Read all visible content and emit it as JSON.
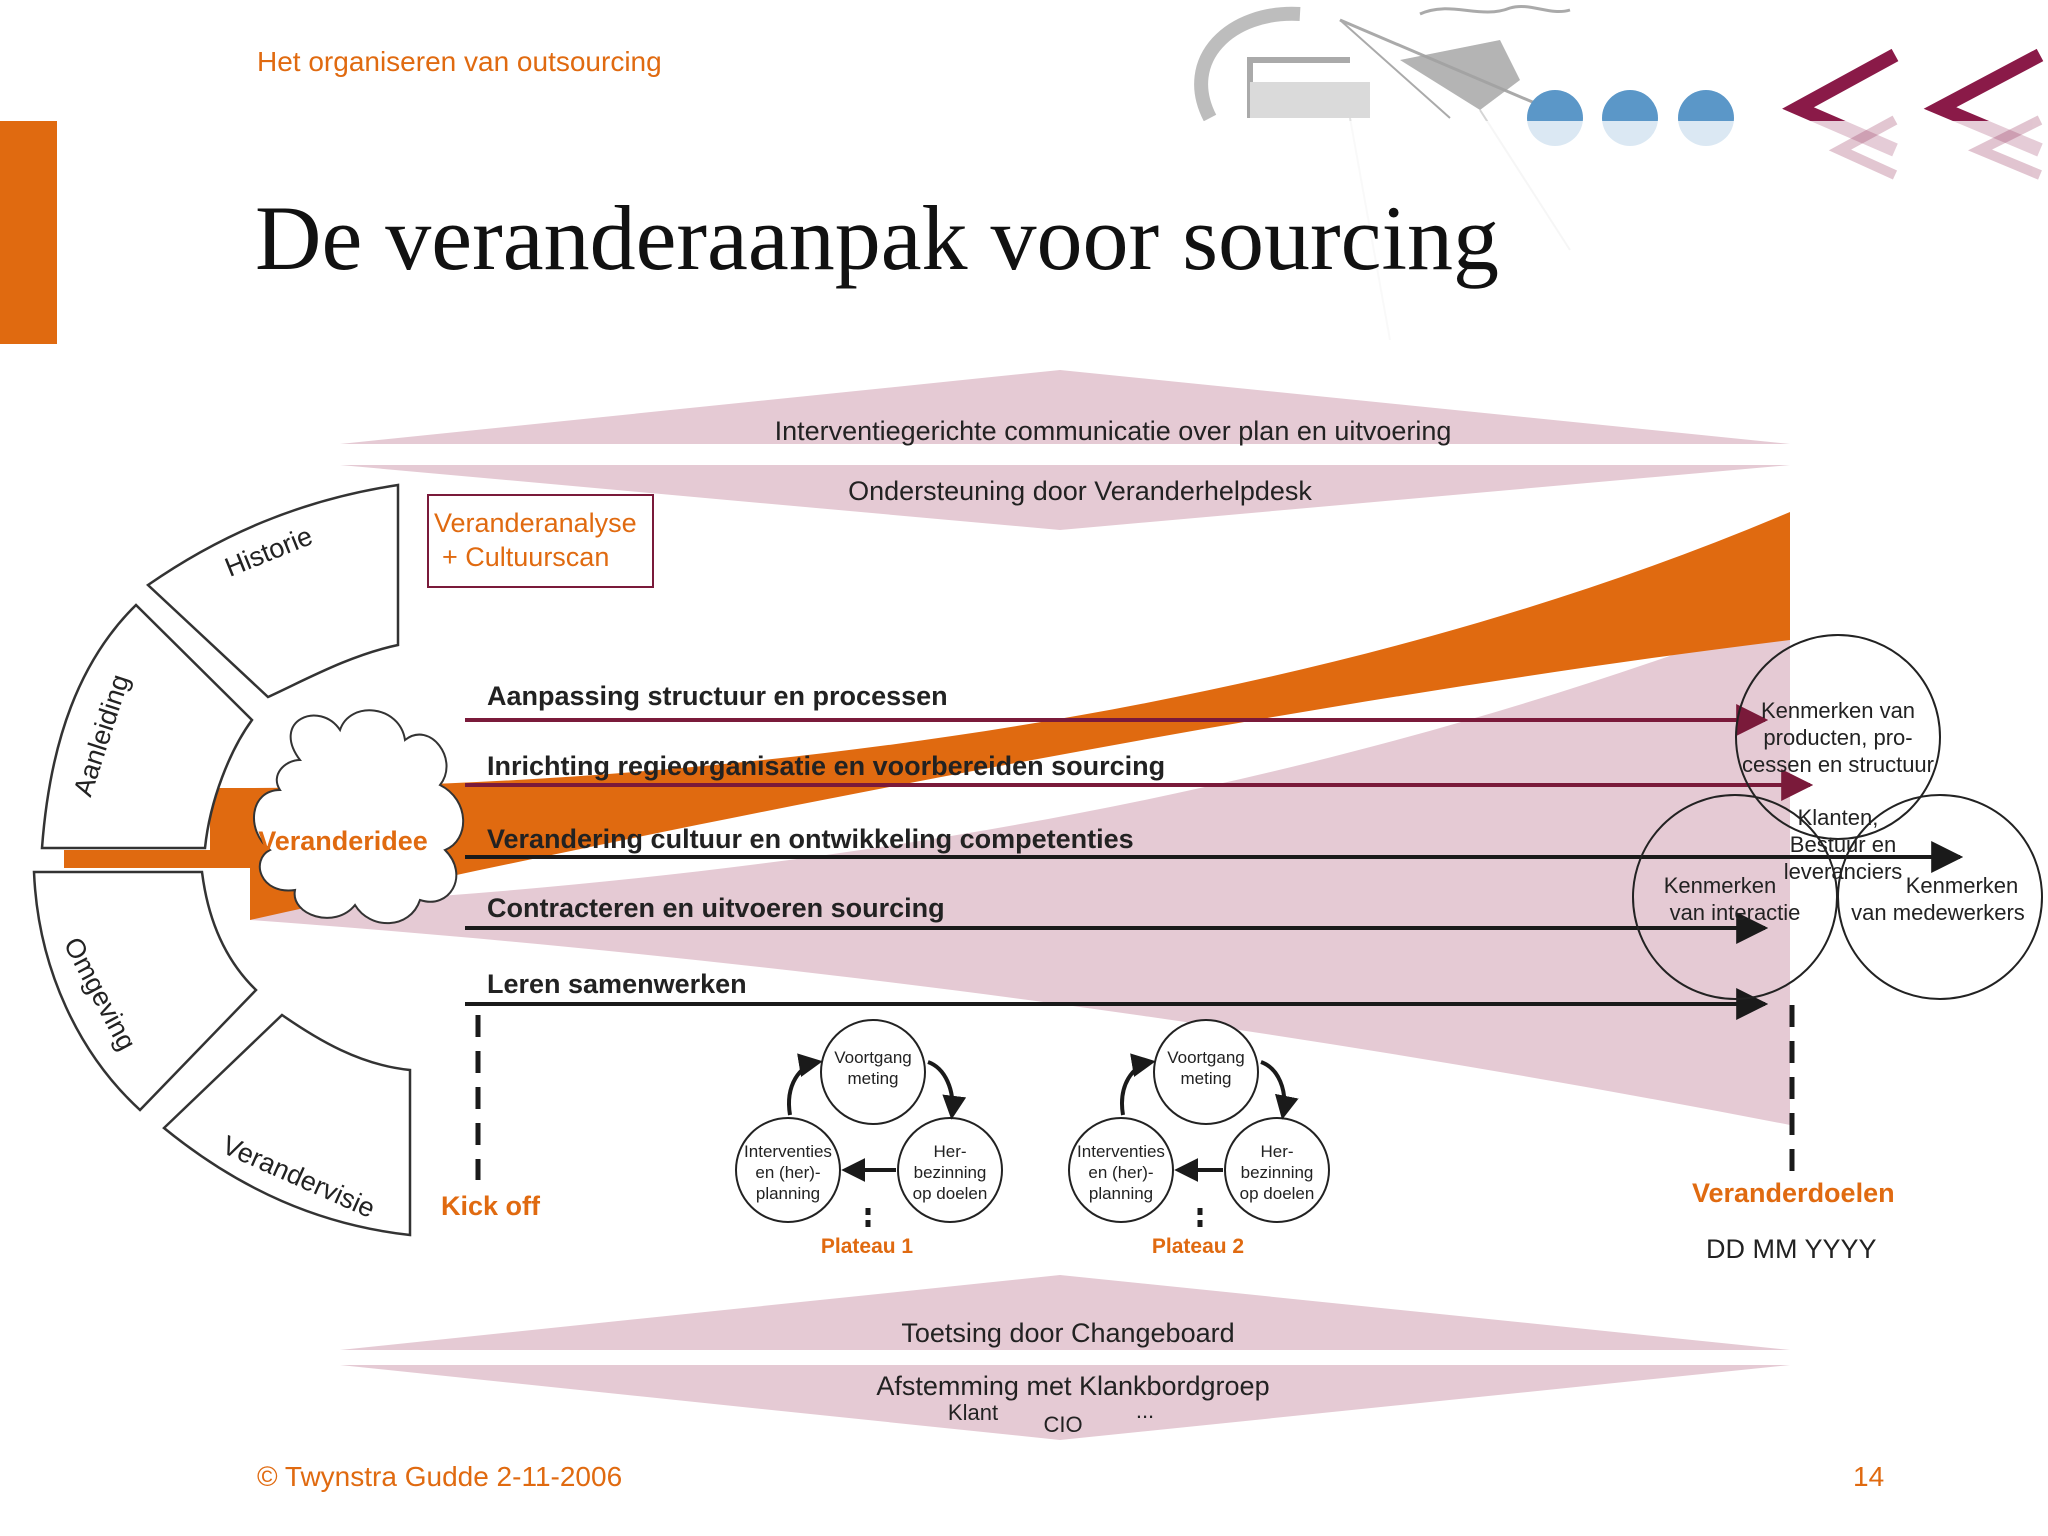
{
  "header": {
    "subtitle": "Het organiseren van outsourcing",
    "logo_icon": "engraving-logo-icon",
    "chevron_color": "#8a1a48"
  },
  "title": "De veranderaanpak voor sourcing",
  "top_bands": [
    "Interventiegerichte communicatie over plan en uitvoering",
    "Ondersteuning door Veranderhelpdesk"
  ],
  "fan_segments": [
    "Historie",
    "Aanleiding",
    "Omgeving",
    "Verandervisie"
  ],
  "analysis_box": {
    "line1": "Veranderanalyse",
    "line2": "+ Cultuurscan"
  },
  "cloud_label": "Veranderidee",
  "streams": [
    "Aanpassing structuur en processen",
    "Inrichting regieorganisatie en voorbereiden sourcing",
    "Verandering cultuur en ontwikkeling competenties",
    "Contracteren en uitvoeren sourcing",
    "Leren samenwerken"
  ],
  "venn": {
    "top": [
      "Kenmerken van",
      "producten, pro-",
      "cessen en structuur"
    ],
    "center": [
      "Klanten,",
      "Bestuur en",
      "leveranciers"
    ],
    "left": [
      "Kenmerken",
      "van interactie"
    ],
    "right": [
      "Kenmerken",
      "van medewerkers"
    ]
  },
  "kickoff_label": "Kick off",
  "cycles": [
    {
      "plateau": "Plateau 1",
      "top": [
        "Voortgang",
        "meting"
      ],
      "left": [
        "Interventies",
        "en (her)-",
        "planning"
      ],
      "right": [
        "Her-",
        "bezinning",
        "op doelen"
      ]
    },
    {
      "plateau": "Plateau 2",
      "top": [
        "Voortgang",
        "meting"
      ],
      "left": [
        "Interventies",
        "en (her)-",
        "planning"
      ],
      "right": [
        "Her-",
        "bezinning",
        "op doelen"
      ]
    }
  ],
  "goals": {
    "label": "Veranderdoelen",
    "date": "DD MM YYYY"
  },
  "bottom_bands": [
    "Toetsing door Changeboard",
    "Afstemming met Klankbordgroep"
  ],
  "bottom_members": [
    "Klant",
    "CIO",
    "..."
  ],
  "colors": {
    "orange": "#e06a10",
    "pink": "#e5cad4",
    "maroon": "#7a1a3a"
  },
  "footer": {
    "copyright": "© Twynstra Gudde  2-11-2006",
    "page": "14"
  }
}
